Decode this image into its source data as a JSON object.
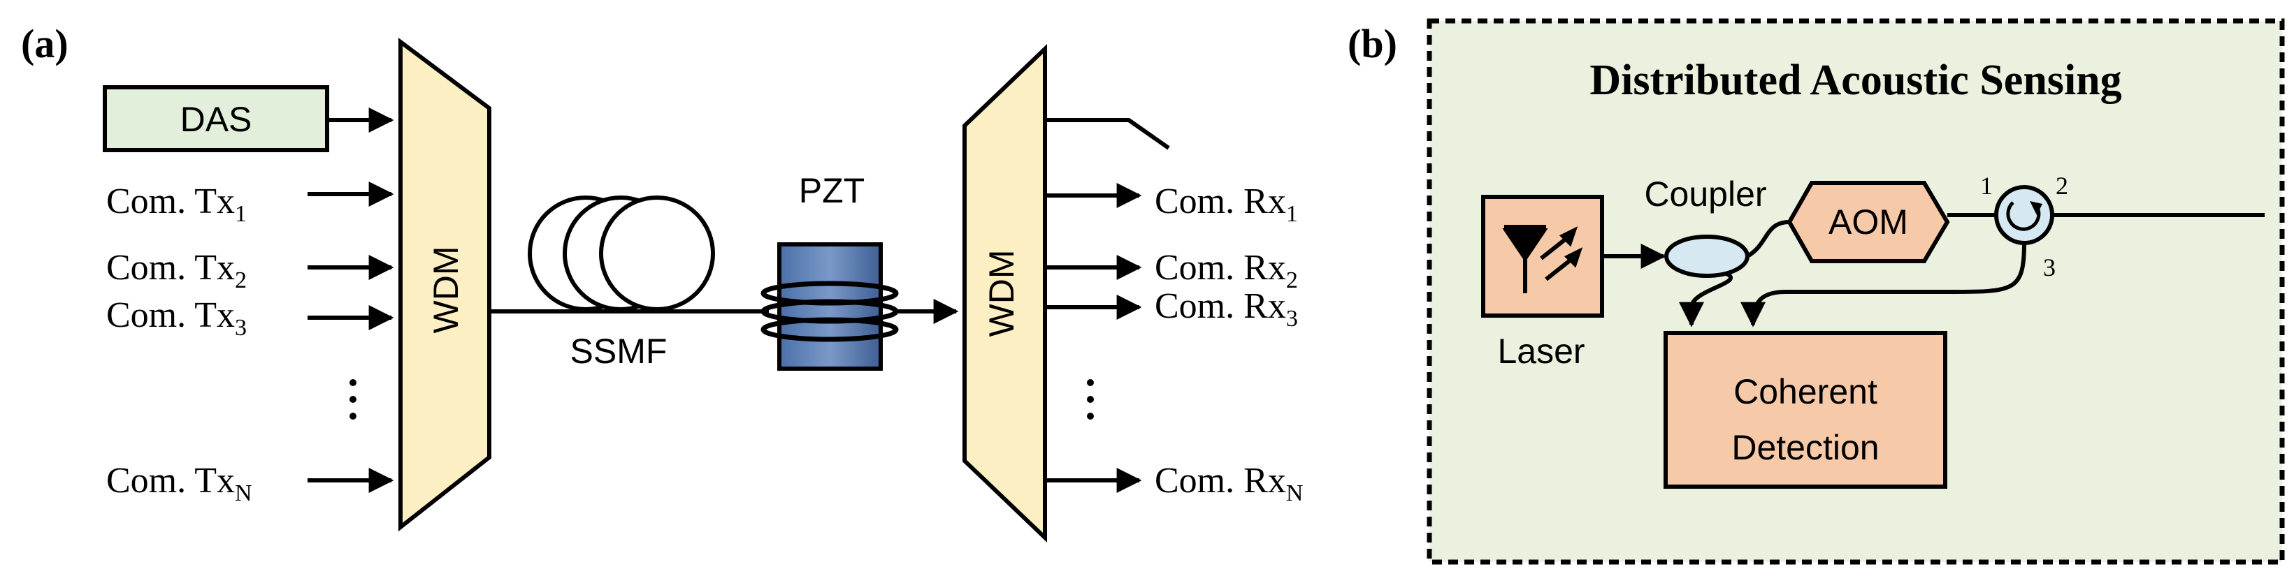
{
  "panels": {
    "a": {
      "label": "(a)"
    },
    "b": {
      "label": "(b)"
    }
  },
  "panel_a": {
    "das_box": "DAS",
    "tx": [
      {
        "prefix": "Com. Tx",
        "sub": "1"
      },
      {
        "prefix": "Com. Tx",
        "sub": "2"
      },
      {
        "prefix": "Com. Tx",
        "sub": "3"
      },
      {
        "prefix": "Com. Tx",
        "sub": "N"
      }
    ],
    "rx": [
      {
        "prefix": "Com. Rx",
        "sub": "1"
      },
      {
        "prefix": "Com. Rx",
        "sub": "2"
      },
      {
        "prefix": "Com. Rx",
        "sub": "3"
      },
      {
        "prefix": "Com. Rx",
        "sub": "N"
      }
    ],
    "wdm_mux": "WDM",
    "wdm_demux": "WDM",
    "fiber": "SSMF",
    "pzt": "PZT"
  },
  "panel_b": {
    "title": "Distributed Acoustic Sensing",
    "laser": "Laser",
    "coupler": "Coupler",
    "aom": "AOM",
    "detection_line1": "Coherent",
    "detection_line2": "Detection",
    "circulator_ports": {
      "p1": "1",
      "p2": "2",
      "p3": "3"
    }
  },
  "colors": {
    "das_fill": "#e2efda",
    "wdm_fill": "#fdefc4",
    "pzt_fill": "#5b7fb6",
    "panel_b_bg": "#eaf1de",
    "laser_fill": "#f6c9a8",
    "aom_fill": "#f6c9a8",
    "coupler_fill": "#d6e9f3",
    "circulator_fill": "#d6e9f3",
    "detection_fill": "#f6c9a8"
  }
}
